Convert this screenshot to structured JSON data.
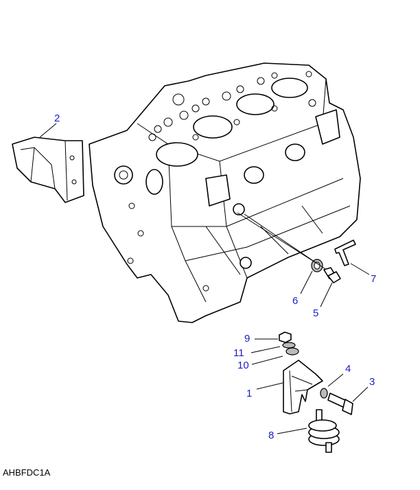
{
  "diagram": {
    "reference_code": "AHBFDC1A",
    "callouts": [
      "1",
      "2",
      "3",
      "4",
      "5",
      "6",
      "7",
      "8",
      "9",
      "10",
      "11"
    ],
    "label_color": "#1c1cc8"
  }
}
